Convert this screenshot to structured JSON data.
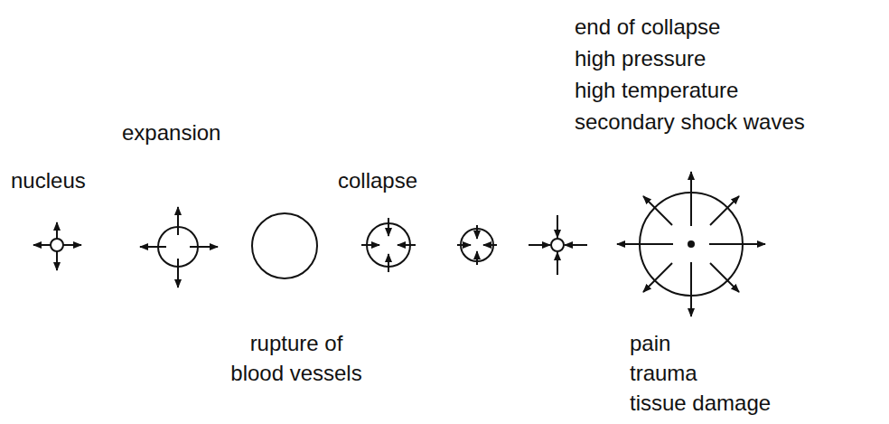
{
  "diagram": {
    "labels": [
      "end of collapse",
      "high pressure",
      "high temperature",
      "secondary shock waves",
      "expansion",
      "nucleus",
      "collapse",
      "rupture of blood vessels",
      "pain",
      "trauma",
      "tissue damage"
    ]
  }
}
